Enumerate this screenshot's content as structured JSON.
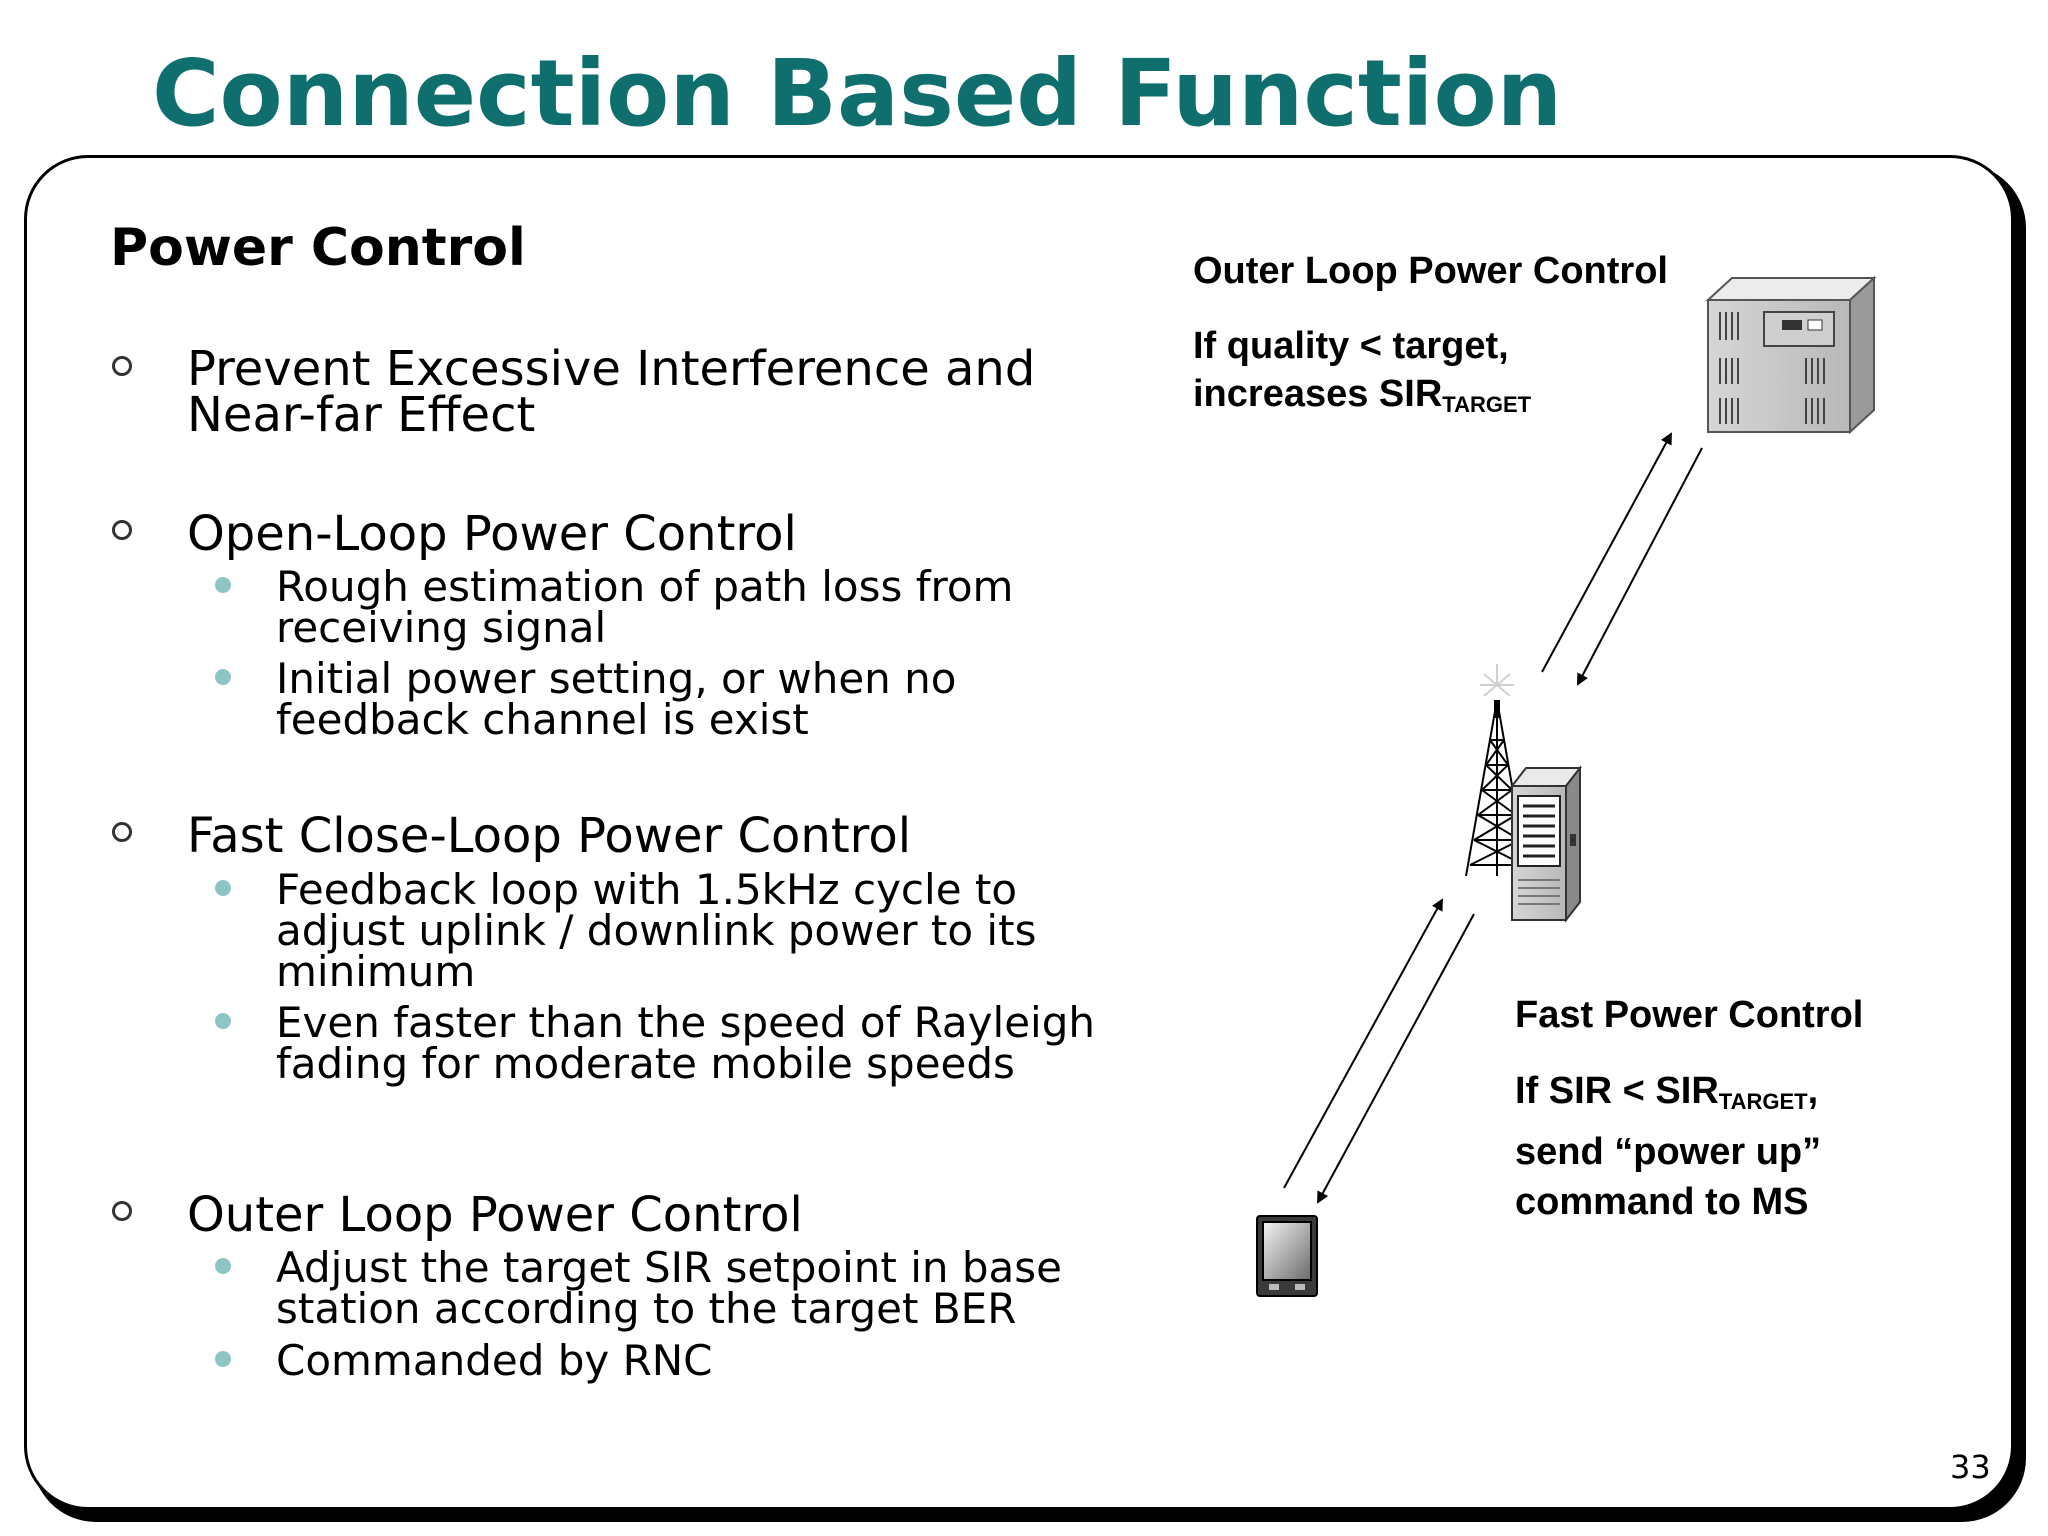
{
  "slide": {
    "title": "Connection Based Function",
    "section_heading": "Power Control",
    "page_number": "33"
  },
  "bullets": [
    {
      "text": "Prevent Excessive Interference and Near-far Effect",
      "sub": []
    },
    {
      "text": "Open-Loop Power Control",
      "sub": [
        "Rough estimation of path loss from receiving signal",
        "Initial power setting, or when no feedback channel is exist"
      ]
    },
    {
      "text": "Fast Close-Loop Power Control",
      "sub": [
        "Feedback loop with 1.5kHz cycle to adjust uplink / downlink power to its minimum",
        "Even faster than the speed of Rayleigh fading for moderate mobile speeds"
      ]
    },
    {
      "text": "Outer Loop Power Control",
      "sub": [
        "Adjust the target SIR setpoint in base station according to the target BER",
        "Commanded by RNC"
      ]
    }
  ],
  "diagram": {
    "outer_loop": {
      "heading": "Outer Loop Power Control",
      "line1": "If quality < target,",
      "line2_prefix": "increases SIR",
      "line2_sub": "TARGET"
    },
    "fast_pc": {
      "heading": "Fast Power Control",
      "line1_prefix": "If SIR < SIR",
      "line1_sub": "TARGET",
      "line1_suffix": ",",
      "line2": "send “power up”",
      "line3": "command to MS"
    },
    "icons": [
      "rnc-server-icon",
      "base-station-tower-icon",
      "mobile-phone-icon"
    ]
  }
}
